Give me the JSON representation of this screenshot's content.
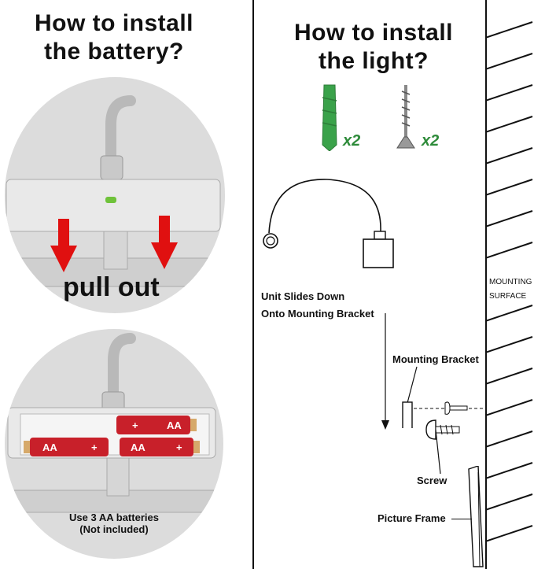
{
  "left": {
    "title_line1": "How to install",
    "title_line2": "the battery?",
    "pull_out": "pull out",
    "battery_caption_line1": "Use 3 AA batteries",
    "battery_caption_line2": "(Not included)",
    "battery_labels": [
      "+",
      "AA",
      "AA",
      "+",
      "AA",
      "+"
    ]
  },
  "right": {
    "title_line1": "How to install",
    "title_line2": "the light?",
    "anchor_qty": "x2",
    "screw_qty": "x2",
    "slide_line1": "Unit Slides Down",
    "slide_line2": "Onto Mounting Bracket",
    "mounting_bracket": "Mounting Bracket",
    "screw": "Screw",
    "picture_frame": "Picture Frame",
    "surface_line1": "MOUNTING",
    "surface_line2": "SURFACE"
  },
  "colors": {
    "arrow": "#e01010",
    "anchor": "#3aa24a",
    "battery": "#c8202a",
    "accent_text": "#2e8b3a"
  }
}
